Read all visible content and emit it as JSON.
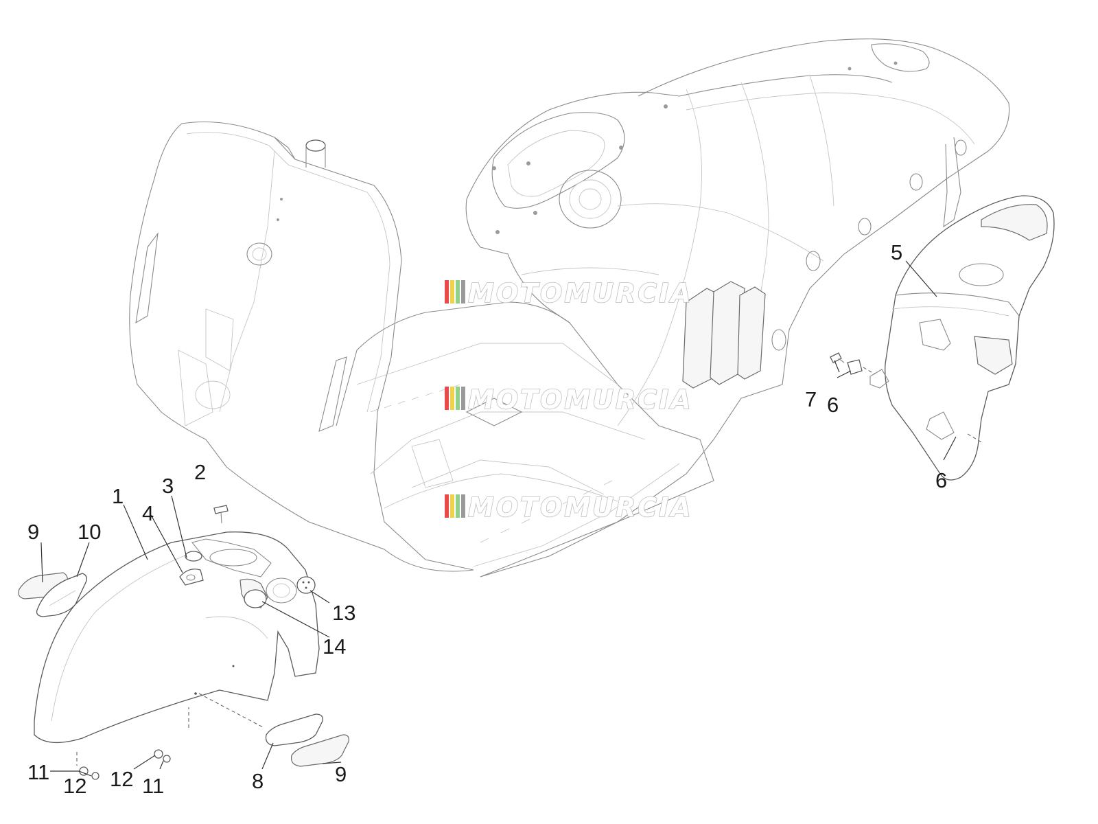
{
  "diagram": {
    "callouts": [
      {
        "label": "1"
      },
      {
        "label": "2"
      },
      {
        "label": "3"
      },
      {
        "label": "4"
      },
      {
        "label": "5"
      },
      {
        "label": "6"
      },
      {
        "label": "6"
      },
      {
        "label": "7"
      },
      {
        "label": "8"
      },
      {
        "label": "9"
      },
      {
        "label": "9"
      },
      {
        "label": "10"
      },
      {
        "label": "11"
      },
      {
        "label": "11"
      },
      {
        "label": "12"
      },
      {
        "label": "12"
      },
      {
        "label": "13"
      },
      {
        "label": "14"
      }
    ],
    "watermark": {
      "text": "MOTOMURCIA",
      "stripe_colors": [
        "#e94a4a",
        "#f0d24a",
        "#8fd18a",
        "#9a9a9a"
      ]
    }
  }
}
